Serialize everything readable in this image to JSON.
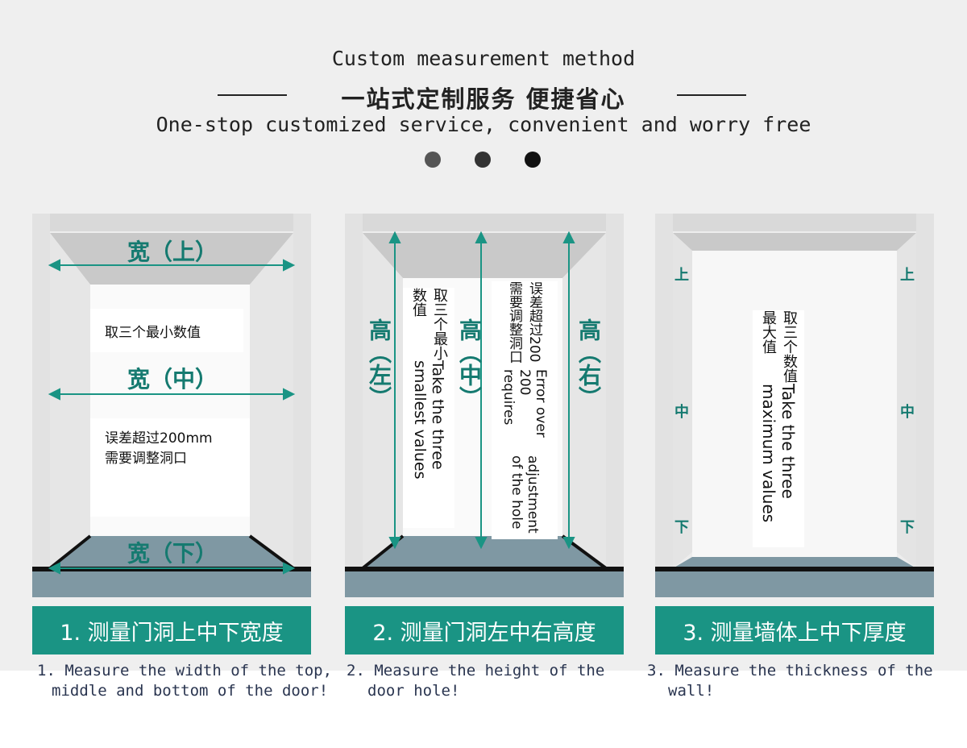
{
  "header": {
    "title_en": "Custom measurement method",
    "title_cn": "一站式定制服务 便捷省心",
    "subtitle": "One-stop customized service, convenient and worry free"
  },
  "colors": {
    "accent": "#1a9484",
    "dots": [
      "#555555",
      "#333333",
      "#111111"
    ]
  },
  "panels": [
    {
      "labels": {
        "top": "宽（上）",
        "middle": "宽（中）",
        "bottom": "宽（下）"
      },
      "note1": "取三个最小数值",
      "note2a": "误差超过200mm",
      "note2b": "需要调整洞口",
      "banner": "1. 测量门洞上中下宽度",
      "caption_l1": "1. Measure the width of the top,",
      "caption_l2": "middle and bottom of the door!"
    },
    {
      "labels": {
        "left": "高（左）",
        "middle": "高（中）",
        "right": "高（右）"
      },
      "note1_cn": "取三个最小数值",
      "note1_en": "Take the three smallest values",
      "note2_cn": "误差超过200需要调整洞口",
      "note2_en_a": "Error over 200 requires",
      "note2_en_b": "adjustment of the hole",
      "banner": "2. 测量门洞左中右高度",
      "caption_l1": "2. Measure the height of the",
      "caption_l2": "door hole!"
    },
    {
      "labels": {
        "top": "上",
        "middle": "中",
        "bottom": "下"
      },
      "note_cn": "取三个数值最大值",
      "note_en": "Take the three maximum values",
      "banner": "3. 测量墙体上中下厚度",
      "caption_l1": "3. Measure the thickness of the",
      "caption_l2": "wall!"
    }
  ]
}
